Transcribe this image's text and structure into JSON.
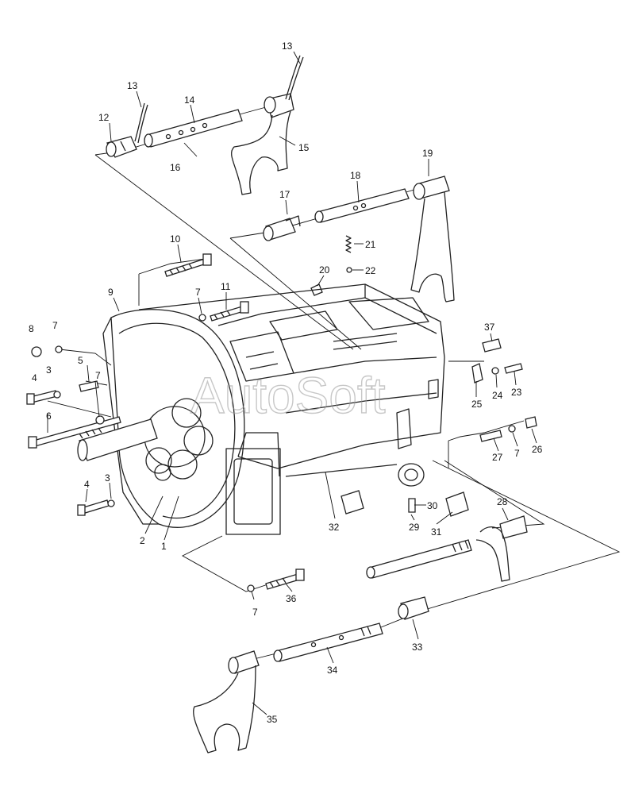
{
  "watermark": "AutoSoft",
  "callouts": [
    {
      "id": "c13a",
      "text": "13"
    },
    {
      "id": "c13b",
      "text": "13"
    },
    {
      "id": "c14",
      "text": "14"
    },
    {
      "id": "c12",
      "text": "12"
    },
    {
      "id": "c15",
      "text": "15"
    },
    {
      "id": "c16",
      "text": "16"
    },
    {
      "id": "c19",
      "text": "19"
    },
    {
      "id": "c18",
      "text": "18"
    },
    {
      "id": "c17",
      "text": "17"
    },
    {
      "id": "c21",
      "text": "21"
    },
    {
      "id": "c22",
      "text": "22"
    },
    {
      "id": "c20",
      "text": "20"
    },
    {
      "id": "c10",
      "text": "10"
    },
    {
      "id": "c9",
      "text": "9"
    },
    {
      "id": "c7a",
      "text": "7"
    },
    {
      "id": "c11",
      "text": "11"
    },
    {
      "id": "c8",
      "text": "8"
    },
    {
      "id": "c7b",
      "text": "7"
    },
    {
      "id": "c5",
      "text": "5"
    },
    {
      "id": "c4a",
      "text": "4"
    },
    {
      "id": "c3a",
      "text": "3"
    },
    {
      "id": "c7c",
      "text": "7"
    },
    {
      "id": "c6",
      "text": "6"
    },
    {
      "id": "c4b",
      "text": "4"
    },
    {
      "id": "c3b",
      "text": "3"
    },
    {
      "id": "c2",
      "text": "2"
    },
    {
      "id": "c1",
      "text": "1"
    },
    {
      "id": "c37",
      "text": "37"
    },
    {
      "id": "c25",
      "text": "25"
    },
    {
      "id": "c24",
      "text": "24"
    },
    {
      "id": "c23",
      "text": "23"
    },
    {
      "id": "c27",
      "text": "27"
    },
    {
      "id": "c7d",
      "text": "7"
    },
    {
      "id": "c26",
      "text": "26"
    },
    {
      "id": "c32",
      "text": "32"
    },
    {
      "id": "c30",
      "text": "30"
    },
    {
      "id": "c29",
      "text": "29"
    },
    {
      "id": "c31",
      "text": "31"
    },
    {
      "id": "c28",
      "text": "28"
    },
    {
      "id": "c7e",
      "text": "7"
    },
    {
      "id": "c36",
      "text": "36"
    },
    {
      "id": "c33",
      "text": "33"
    },
    {
      "id": "c34",
      "text": "34"
    },
    {
      "id": "c35",
      "text": "35"
    }
  ]
}
